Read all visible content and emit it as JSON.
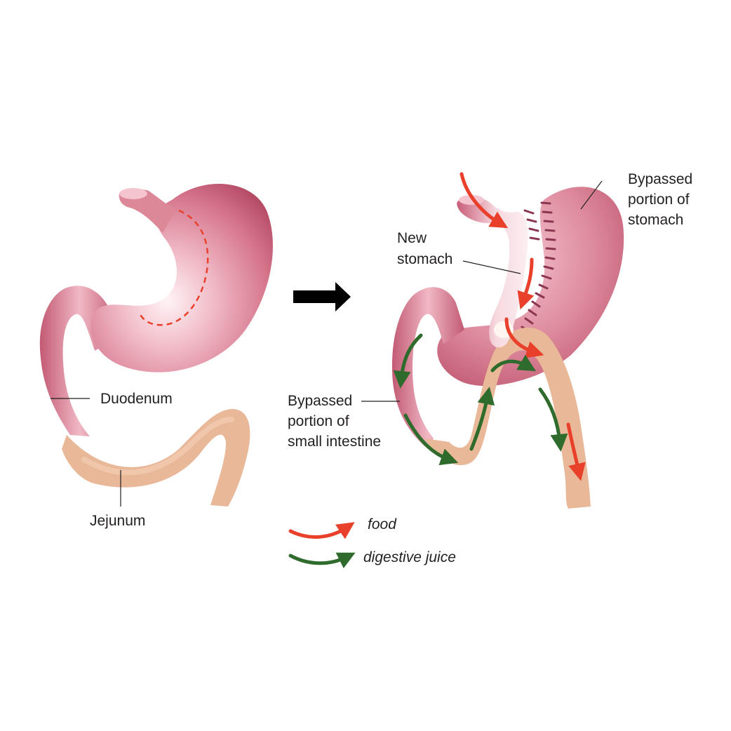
{
  "colors": {
    "stomach": "#c9576f",
    "stomach_light": "#f3c9d2",
    "intestine": "#e6b48f",
    "food_arrow": "#e8402a",
    "juice_arrow": "#2f6b2c",
    "cut_line": "#e8402a",
    "direction_arrow": "#000000"
  },
  "before": {
    "duodenum_label": "Duodenum",
    "jejunum_label": "Jejunum"
  },
  "after": {
    "new_stomach_line1": "New",
    "new_stomach_line2": "stomach",
    "bypassed_stomach_line1": "Bypassed",
    "bypassed_stomach_line2": "portion of",
    "bypassed_stomach_line3": "stomach",
    "bypassed_intestine_line1": "Bypassed",
    "bypassed_intestine_line2": "portion of",
    "bypassed_intestine_line3": "small intestine"
  },
  "legend": {
    "food_label": "food",
    "juice_label": "digestive juice"
  },
  "icons": {
    "direction_arrow": "right-arrow-icon"
  }
}
